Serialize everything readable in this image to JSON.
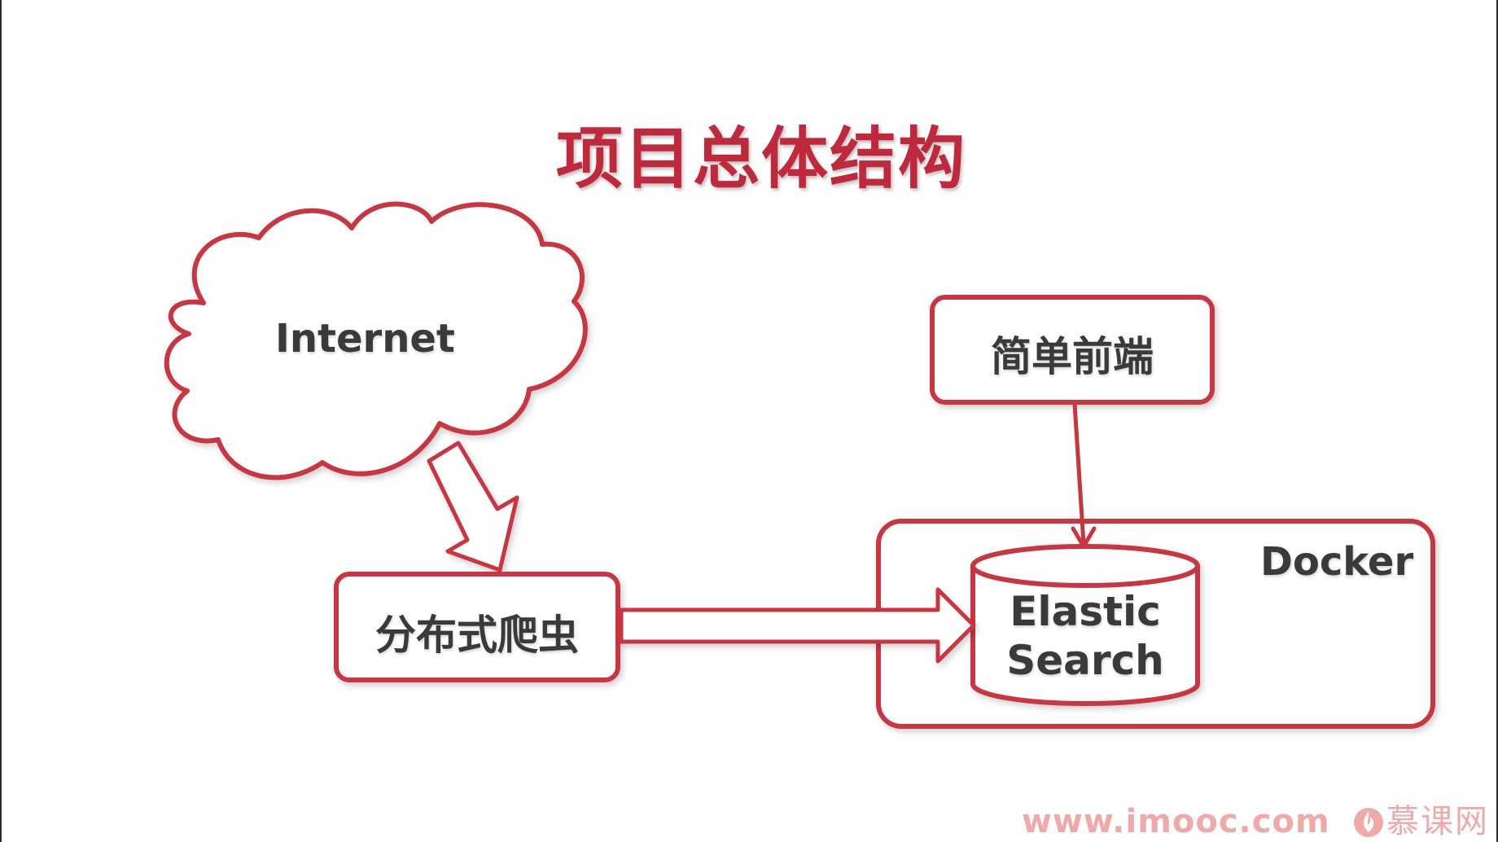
{
  "title": "项目总体结构",
  "nodes": {
    "internet": "Internet",
    "crawler": "分布式爬虫",
    "frontend": "简单前端",
    "docker": "Docker",
    "elasticsearch": [
      "Elastic",
      "Search"
    ]
  },
  "footer": {
    "url": "www.imooc.com",
    "brand": "慕课网"
  },
  "colors": {
    "accent": "#c0283c",
    "outline": "#c9343f",
    "label_text": "#3a3a3a",
    "watermark": "#f0a9a9"
  }
}
